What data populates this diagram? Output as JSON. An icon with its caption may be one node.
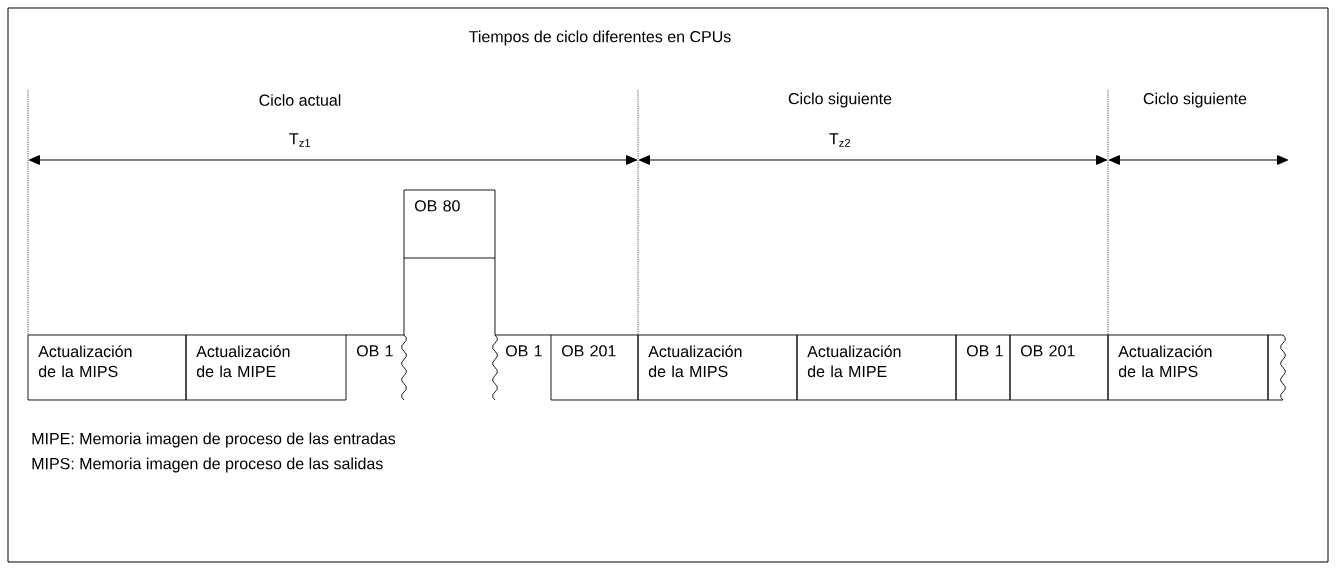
{
  "diagram": {
    "nodes": [
      {
        "text": [
          "OB 80"
        ]
      },
      {
        "text": [
          "Actualización de la MIPS"
        ]
      },
      {
        "text": [
          "Actualización de la MIPE"
        ]
      },
      {
        "text": [
          "OB 1"
        ]
      },
      {
        "text": [
          "OB 1"
        ]
      },
      {
        "text": [
          "OB 201"
        ]
      },
      {
        "text": [
          "Actualización de la MIPS"
        ]
      },
      {
        "text": [
          "Actualización de la MIPE"
        ]
      },
      {
        "text": [
          "OB 1"
        ]
      },
      {
        "text": [
          "OB 201"
        ]
      },
      {
        "text": [
          "Actualización de la MIPS"
        ]
      },
      {
        "text": [],
        "shape": "box"
      }
    ],
    "labels": [
      "Tiempos de ciclo diferentes en CPUs",
      "Ciclo actual",
      "T$_{z1}$",
      "Ciclo siguiente",
      "T$_{z2}$",
      "Ciclo siguiente",
      "MIPE: Memoria imagen de proceso de las entradas",
      "MIPS: Memoria imagen de proceso de las salidas"
    ]
  }
}
